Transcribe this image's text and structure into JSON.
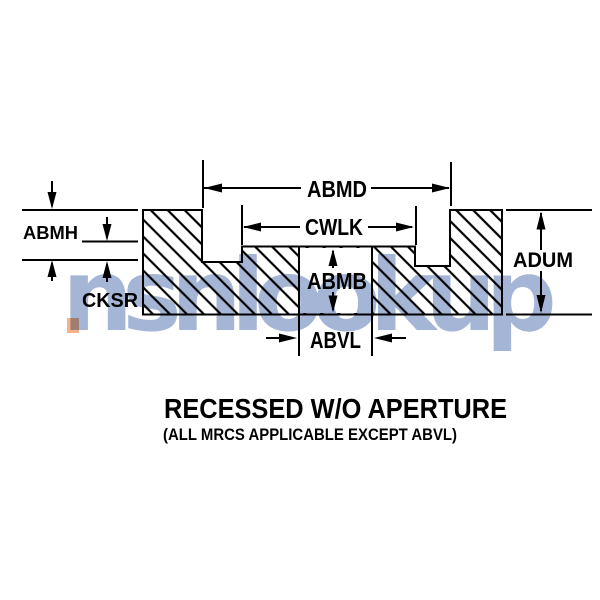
{
  "watermark": {
    "text": "nsnlookup",
    "text_color": "#a5b5d6",
    "dot_color": "#f6b28a"
  },
  "figure": {
    "type": "engineering-cross-section-diagram",
    "caption": "RECESSED  W/O APERTURE",
    "subcaption": "(ALL MRCS APPLICABLE EXCEPT ABVL)",
    "line_color": "#000000",
    "background_color": "#ffffff",
    "dimension_labels": {
      "abmh": "ABMH",
      "cksr": "CKSR",
      "abmd": "ABMD",
      "cwlk": "CWLK",
      "abmb": "ABMB",
      "abvl": "ABVL",
      "adum": "ADUM"
    }
  }
}
